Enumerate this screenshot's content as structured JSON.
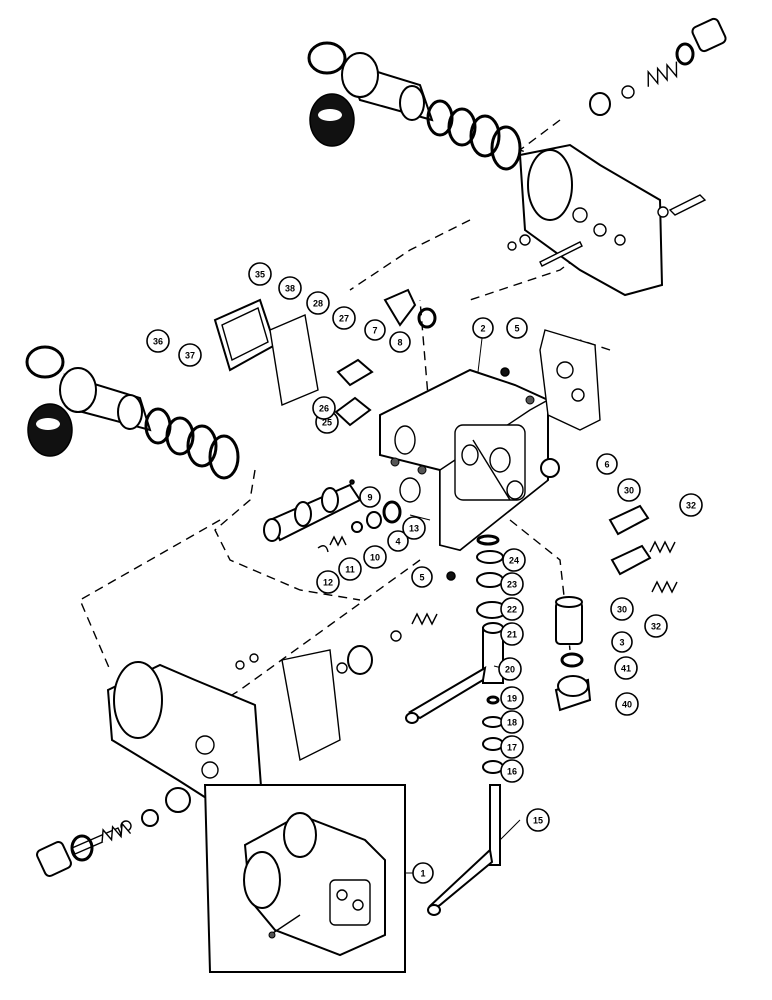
{
  "diagram": {
    "callouts": [
      {
        "id": "1",
        "label": "1"
      },
      {
        "id": "2",
        "label": "2"
      },
      {
        "id": "3",
        "label": "3"
      },
      {
        "id": "4",
        "label": "4"
      },
      {
        "id": "5a",
        "label": "5"
      },
      {
        "id": "5b",
        "label": "5"
      },
      {
        "id": "6",
        "label": "6"
      },
      {
        "id": "7",
        "label": "7"
      },
      {
        "id": "8",
        "label": "8"
      },
      {
        "id": "9",
        "label": "9"
      },
      {
        "id": "10",
        "label": "10"
      },
      {
        "id": "11",
        "label": "11"
      },
      {
        "id": "12",
        "label": "12"
      },
      {
        "id": "13",
        "label": "13"
      },
      {
        "id": "15",
        "label": "15"
      },
      {
        "id": "16",
        "label": "16"
      },
      {
        "id": "17",
        "label": "17"
      },
      {
        "id": "18",
        "label": "18"
      },
      {
        "id": "19",
        "label": "19"
      },
      {
        "id": "20",
        "label": "20"
      },
      {
        "id": "21",
        "label": "21"
      },
      {
        "id": "22",
        "label": "22"
      },
      {
        "id": "23",
        "label": "23"
      },
      {
        "id": "24",
        "label": "24"
      },
      {
        "id": "25",
        "label": "25"
      },
      {
        "id": "26",
        "label": "26"
      },
      {
        "id": "27",
        "label": "27"
      },
      {
        "id": "28",
        "label": "28"
      },
      {
        "id": "30a",
        "label": "30"
      },
      {
        "id": "30b",
        "label": "30"
      },
      {
        "id": "32a",
        "label": "32"
      },
      {
        "id": "32b",
        "label": "32"
      },
      {
        "id": "35",
        "label": "35"
      },
      {
        "id": "36",
        "label": "36"
      },
      {
        "id": "37",
        "label": "37"
      },
      {
        "id": "38",
        "label": "38"
      },
      {
        "id": "40",
        "label": "40"
      },
      {
        "id": "41",
        "label": "41"
      }
    ]
  }
}
